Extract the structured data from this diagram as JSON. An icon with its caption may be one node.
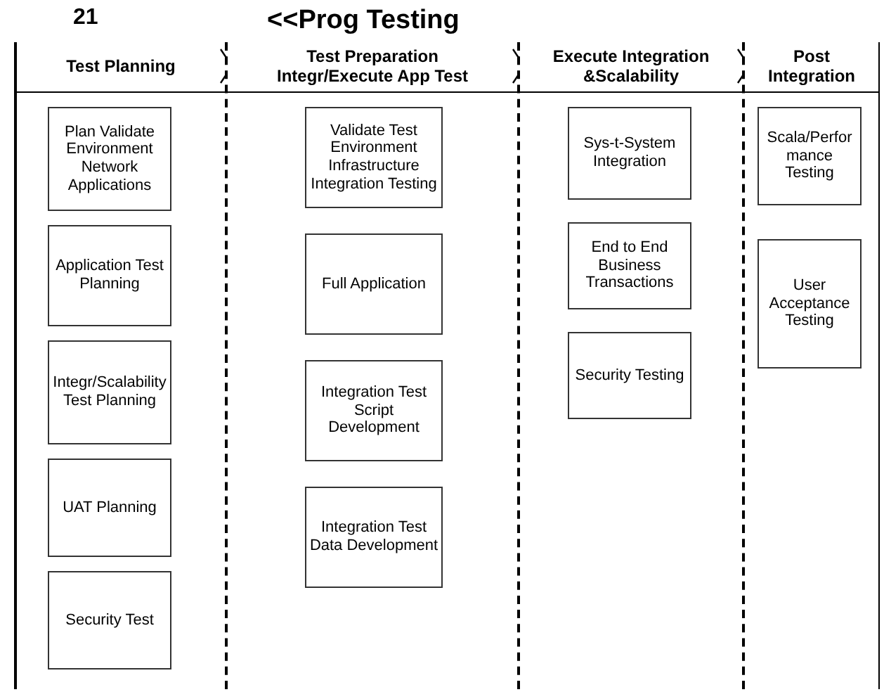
{
  "diagram": {
    "title": "<<Prog Testing",
    "nodes": [
      {
        "text": [
          "Test Planning"
        ]
      },
      {
        "text": [
          "Plan Validate Environment Network Applications"
        ],
        "in": 0
      },
      {
        "text": [
          "Application Test Planning"
        ],
        "in": 0
      },
      {
        "text": [
          "Integr/Scalability Test Planning"
        ],
        "in": 0
      },
      {
        "text": [
          "UAT Planning"
        ],
        "in": 0
      },
      {
        "text": [
          "Security Test"
        ],
        "in": 0
      },
      {
        "text": [
          "Test Preparation Integr/Execute App Test"
        ]
      },
      {
        "text": [
          "Validate Test Environment Infrastructure Integration Testing"
        ],
        "in": 6
      },
      {
        "text": [
          "Full Application"
        ],
        "in": 6
      },
      {
        "text": [
          "Integration Test Script Development"
        ],
        "in": 6
      },
      {
        "text": [
          "Integration Test Data Development"
        ],
        "in": 6
      },
      {
        "text": [
          "Execute Integration &Scalability"
        ]
      },
      {
        "text": [
          "Sys-t-System Integration"
        ],
        "in": 11
      },
      {
        "text": [
          "End to End Business Transactions"
        ],
        "in": 11
      },
      {
        "text": [
          "Security Testing"
        ],
        "in": 11
      },
      {
        "text": [
          "Post Integration"
        ]
      },
      {
        "text": [
          "Scala/Performance Testing"
        ],
        "in": 15
      },
      {
        "text": [
          "User Acceptance Testing"
        ],
        "in": 15
      }
    ],
    "labels": [
      "21"
    ]
  }
}
